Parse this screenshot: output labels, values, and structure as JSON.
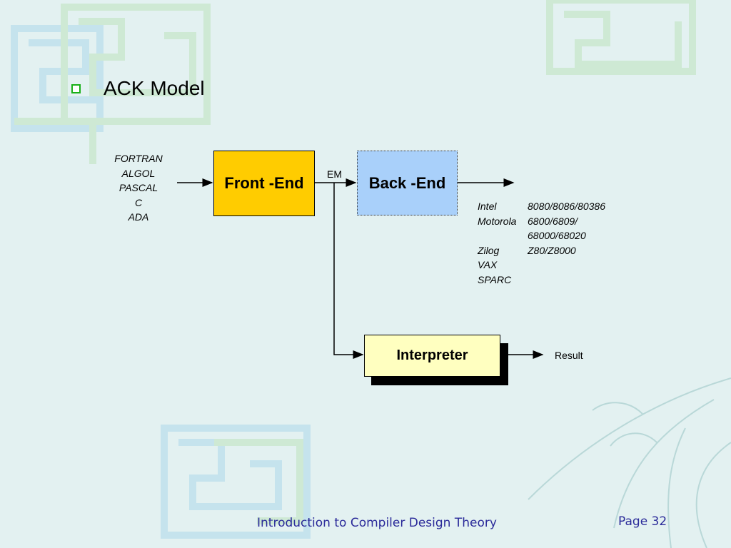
{
  "slide": {
    "title": "ACK Model",
    "footer_title": "Introduction to Compiler Design Theory",
    "footer_page": "Page 32"
  },
  "languages": [
    "FORTRAN",
    "ALGOL",
    "PASCAL",
    "C",
    "ADA"
  ],
  "boxes": {
    "front_end": "Front -End",
    "back_end": "Back -End",
    "interpreter": "Interpreter"
  },
  "labels": {
    "em": "EM",
    "result": "Result"
  },
  "targets": [
    {
      "name": "Intel",
      "chips": "8080/8086/80386"
    },
    {
      "name": "Motorola",
      "chips": "6800/6809/"
    },
    {
      "name": "",
      "chips": "68000/68020"
    },
    {
      "name": "Zilog",
      "chips": "Z80/Z8000"
    },
    {
      "name": "VAX",
      "chips": ""
    },
    {
      "name": "SPARC",
      "chips": ""
    }
  ],
  "colors": {
    "front_end": "#ffcc00",
    "back_end": "#a9d0fa",
    "interpreter": "#ffffc0",
    "bullet": "#18b018",
    "footer": "#2b2b9a"
  }
}
